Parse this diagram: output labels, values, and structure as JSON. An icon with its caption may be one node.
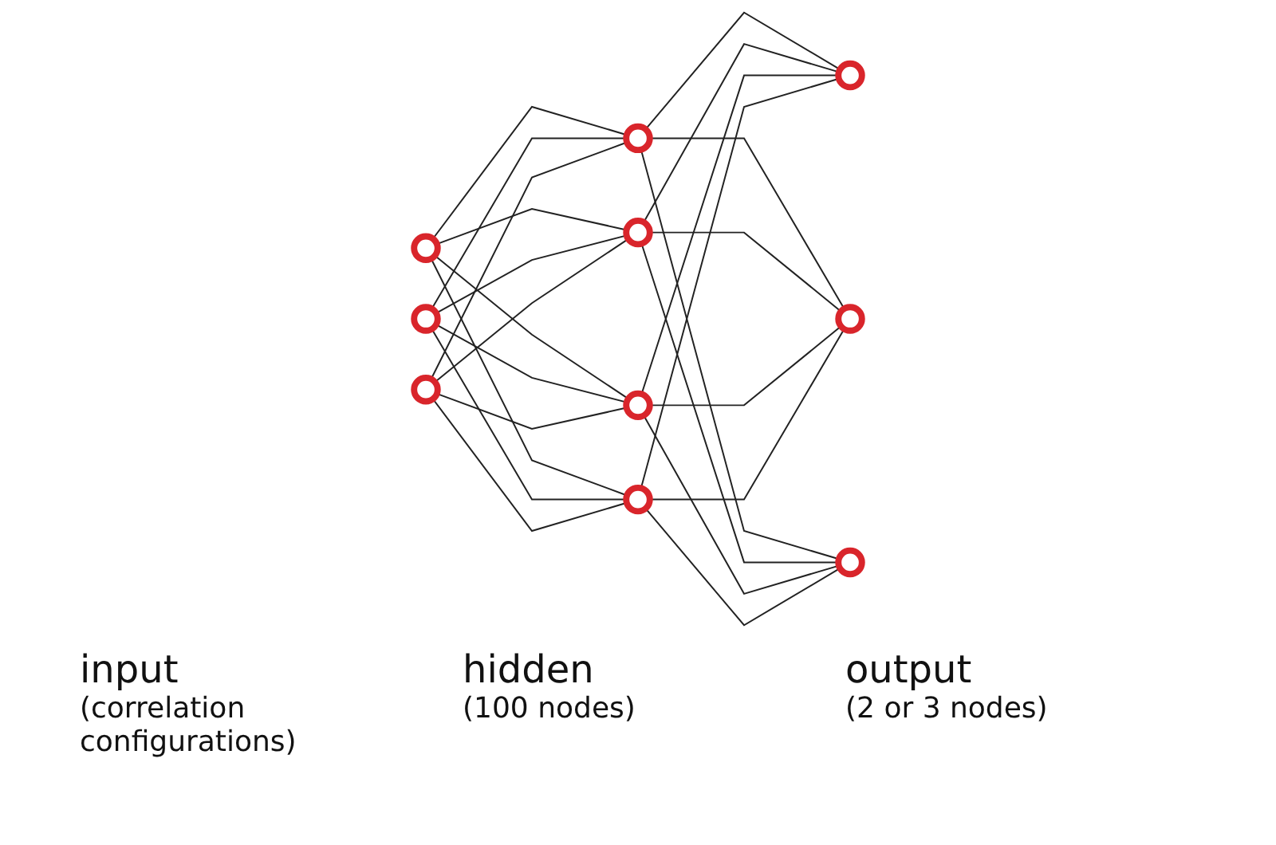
{
  "diagram": {
    "nodes": [
      {
        "text": [],
        "shape": "circle"
      },
      {
        "text": [],
        "shape": "circle"
      },
      {
        "text": [],
        "shape": "circle"
      },
      {
        "text": [],
        "shape": "circle"
      },
      {
        "text": [],
        "shape": "circle"
      },
      {
        "text": [],
        "shape": "circle"
      },
      {
        "text": [],
        "shape": "circle"
      },
      {
        "text": [],
        "shape": "circle"
      },
      {
        "text": [],
        "shape": "circle"
      },
      {
        "text": [],
        "shape": "circle"
      }
    ],
    "edges": [
      {
        "from": 0,
        "to": 3,
        "arrow": "none"
      },
      {
        "from": 0,
        "to": 4,
        "arrow": "none"
      },
      {
        "from": 0,
        "to": 5,
        "arrow": "none"
      },
      {
        "from": 0,
        "to": 6,
        "arrow": "none"
      },
      {
        "from": 1,
        "to": 3,
        "arrow": "none"
      },
      {
        "from": 1,
        "to": 4,
        "arrow": "none"
      },
      {
        "from": 1,
        "to": 5,
        "arrow": "none"
      },
      {
        "from": 1,
        "to": 6,
        "arrow": "none"
      },
      {
        "from": 2,
        "to": 3,
        "arrow": "none"
      },
      {
        "from": 2,
        "to": 4,
        "arrow": "none"
      },
      {
        "from": 2,
        "to": 5,
        "arrow": "none"
      },
      {
        "from": 2,
        "to": 6,
        "arrow": "none"
      },
      {
        "from": 3,
        "to": 7,
        "arrow": "none"
      },
      {
        "from": 3,
        "to": 8,
        "arrow": "none"
      },
      {
        "from": 3,
        "to": 9,
        "arrow": "none"
      },
      {
        "from": 4,
        "to": 7,
        "arrow": "none"
      },
      {
        "from": 4,
        "to": 8,
        "arrow": "none"
      },
      {
        "from": 4,
        "to": 9,
        "arrow": "none"
      },
      {
        "from": 5,
        "to": 7,
        "arrow": "none"
      },
      {
        "from": 5,
        "to": 8,
        "arrow": "none"
      },
      {
        "from": 5,
        "to": 9,
        "arrow": "none"
      },
      {
        "from": 6,
        "to": 7,
        "arrow": "none"
      },
      {
        "from": 6,
        "to": 8,
        "arrow": "none"
      },
      {
        "from": 6,
        "to": 9,
        "arrow": "none"
      }
    ],
    "labels": [
      "input",
      "(correlation configurations)",
      "hidden",
      "(100 nodes)",
      "output",
      "(2 or 3 nodes)"
    ]
  }
}
